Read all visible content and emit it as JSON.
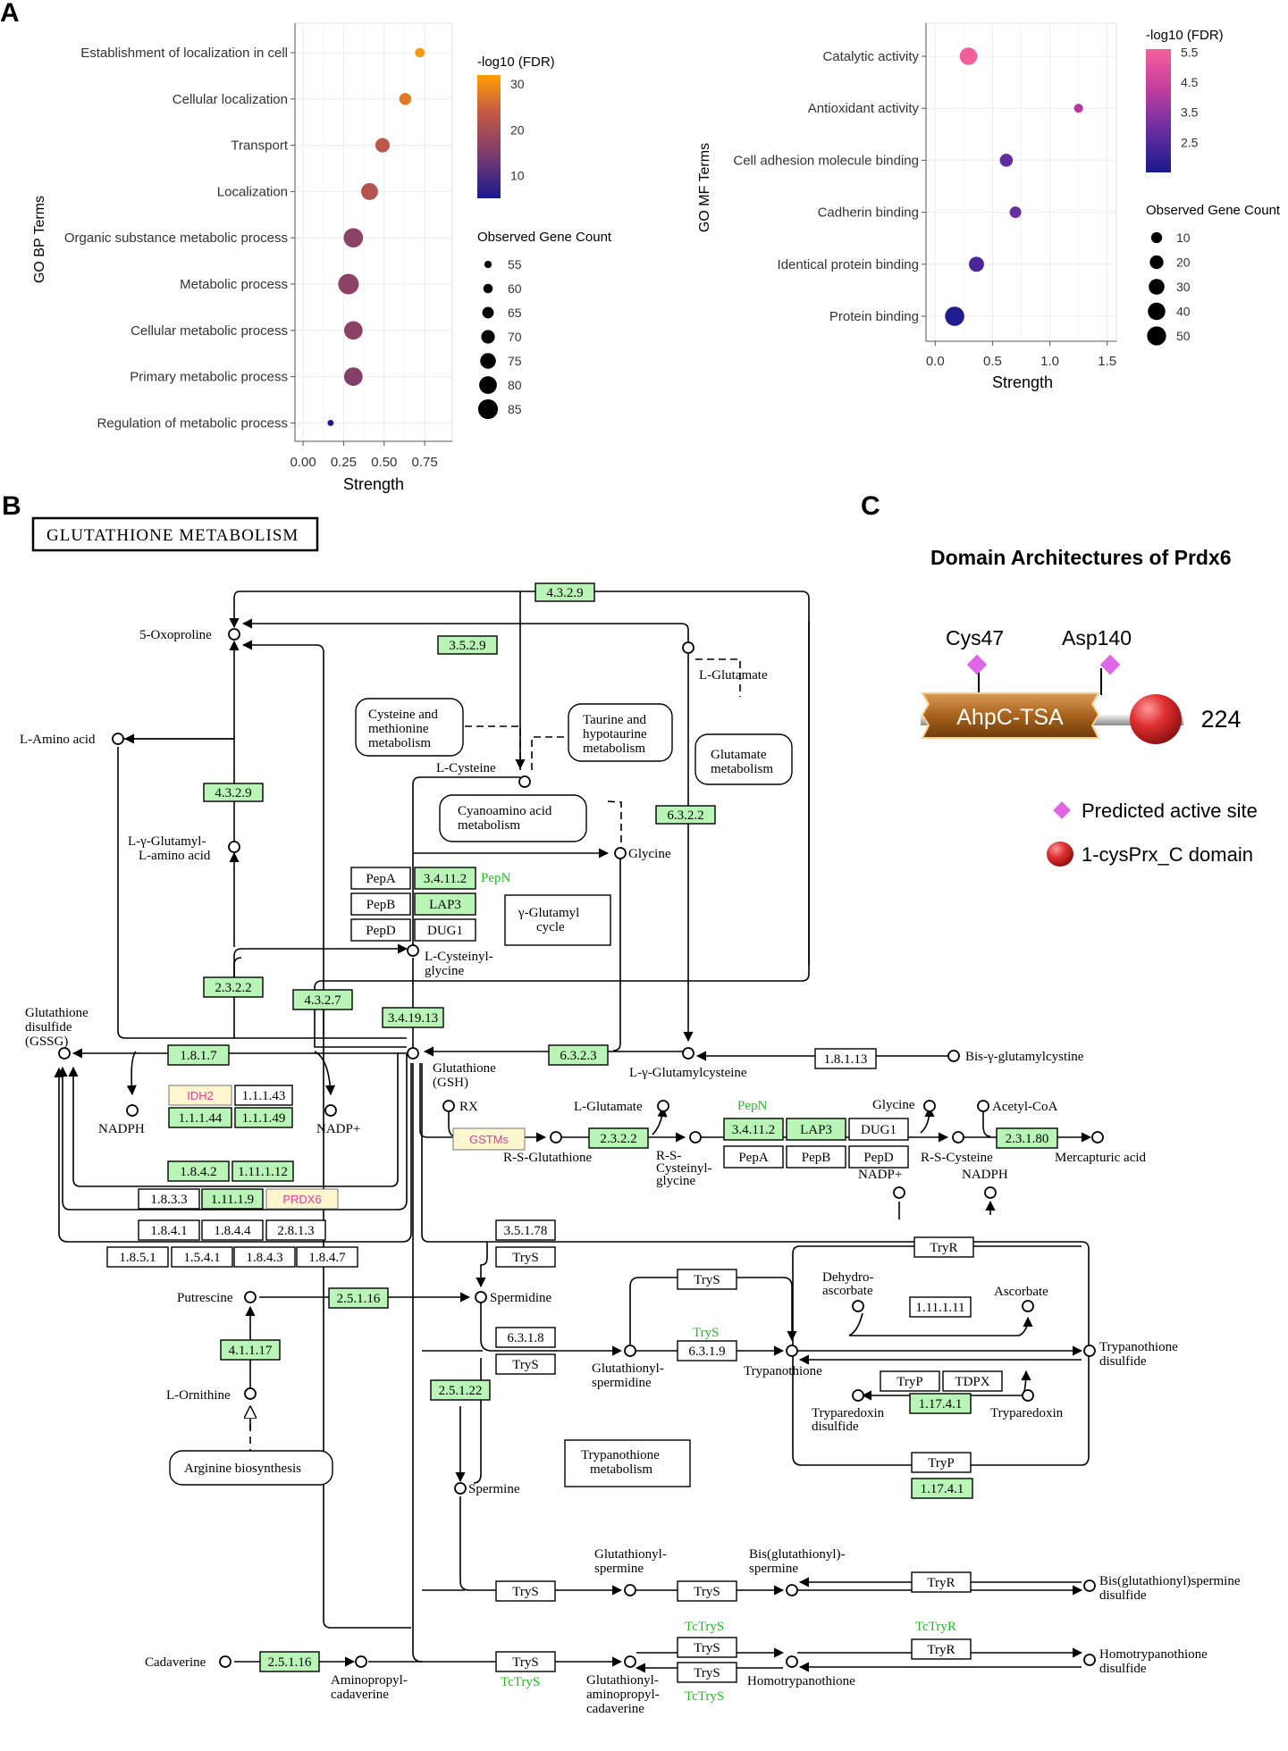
{
  "panels": {
    "a": "A",
    "b": "B",
    "c": "C"
  },
  "chart_data": [
    {
      "type": "scatter",
      "panel": "A-left",
      "ylabel": "GO BP Terms",
      "xlabel": "Strength",
      "xlim": [
        -0.05,
        0.92
      ],
      "xticks": [
        "0.00",
        "0.25",
        "0.50",
        "0.75"
      ],
      "grid": true,
      "color_legend": {
        "title": "-log10 (FDR)",
        "ticks": [
          "30",
          "20",
          "10"
        ],
        "min": 5,
        "max": 32,
        "colors": [
          "#1a1a8e",
          "#7b3b6e",
          "#c45b44",
          "#ff9e00"
        ]
      },
      "size_legend": {
        "title": "Observed Gene Count",
        "values": [
          "55",
          "60",
          "65",
          "70",
          "75",
          "80",
          "85"
        ]
      },
      "points": [
        {
          "term": "Establishment of localization in cell",
          "strength": 0.72,
          "fdr": 31,
          "count": 60
        },
        {
          "term": "Cellular localization",
          "strength": 0.63,
          "fdr": 27,
          "count": 66
        },
        {
          "term": "Transport",
          "strength": 0.49,
          "fdr": 22,
          "count": 72
        },
        {
          "term": "Localization",
          "strength": 0.41,
          "fdr": 21,
          "count": 78
        },
        {
          "term": "Organic substance metabolic process",
          "strength": 0.31,
          "fdr": 16,
          "count": 84
        },
        {
          "term": "Metabolic process",
          "strength": 0.28,
          "fdr": 16,
          "count": 87
        },
        {
          "term": "Cellular metabolic process",
          "strength": 0.31,
          "fdr": 16,
          "count": 82
        },
        {
          "term": "Primary metabolic process",
          "strength": 0.31,
          "fdr": 15,
          "count": 82
        },
        {
          "term": "Regulation of metabolic process",
          "strength": 0.17,
          "fdr": 5,
          "count": 52
        }
      ]
    },
    {
      "type": "scatter",
      "panel": "A-right",
      "ylabel": "GO MF Terms",
      "xlabel": "Strength",
      "xlim": [
        -0.08,
        1.58
      ],
      "xticks": [
        "0.0",
        "0.5",
        "1.0",
        "1.5"
      ],
      "grid": true,
      "color_legend": {
        "title": "-log10 (FDR)",
        "ticks": [
          "5.5",
          "4.5",
          "3.5",
          "2.5"
        ],
        "min": 1.5,
        "max": 5.6,
        "colors": [
          "#1a1a8e",
          "#6a2fa0",
          "#c93e9f",
          "#f5609a"
        ]
      },
      "size_legend": {
        "title": "Observed Gene Count",
        "values": [
          "10",
          "20",
          "30",
          "40",
          "50"
        ]
      },
      "points": [
        {
          "term": "Catalytic activity",
          "strength": 0.29,
          "fdr": 5.5,
          "count": 40
        },
        {
          "term": "Antioxidant activity",
          "strength": 1.25,
          "fdr": 3.9,
          "count": 5
        },
        {
          "term": "Cell adhesion molecule binding",
          "strength": 0.62,
          "fdr": 2.7,
          "count": 17
        },
        {
          "term": "Cadherin binding",
          "strength": 0.7,
          "fdr": 2.8,
          "count": 12
        },
        {
          "term": "Identical protein binding",
          "strength": 0.36,
          "fdr": 2.3,
          "count": 27
        },
        {
          "term": "Protein binding",
          "strength": 0.17,
          "fdr": 1.6,
          "count": 52
        }
      ]
    }
  ],
  "pathway": {
    "title": "GLUTATHIONE METABOLISM",
    "colors": {
      "enzyme_fill": "#b9f5b7",
      "highlight_fill": "#fdf6cf",
      "highlight_text": "#e0409f",
      "gene_text": "#22bb22"
    },
    "labels": {
      "oxoproline": "5-Oxoproline",
      "amino_acid": "L-Amino acid",
      "glutamyl_amino_1": "L-γ-Glutamyl-",
      "glutamyl_amino_2": "L-amino acid",
      "cys_met_1": "Cysteine and",
      "cys_met_2": "methionine",
      "cys_met_3": "metabolism",
      "taurine_1": "Taurine and",
      "taurine_2": "hypotaurine",
      "taurine_3": "metabolism",
      "l_glutamate": "L-Glutamate",
      "glu_met_1": "Glutamate",
      "glu_met_2": "metabolism",
      "l_cysteine": "L-Cysteine",
      "cyano_1": "Cyanoamino acid",
      "cyano_2": "metabolism",
      "glycine": "Glycine",
      "gamma_cycle_1": "γ-Glutamyl",
      "gamma_cycle_2": "cycle",
      "cysgly_1": "L-Cysteinyl-",
      "cysgly_2": "glycine",
      "gssg_1": "Glutathione",
      "gssg_2": "disulfide",
      "gssg_3": "(GSSG)",
      "gsh_1": "Glutathione",
      "gsh_2": "(GSH)",
      "gamma_glucys": "L-γ-Glutamylcysteine",
      "bis_gamma": "Bis-γ-glutamylcystine",
      "nadph": "NADPH",
      "nadp": "NADP+",
      "rx": "RX",
      "rs_glut": "R-S-Glutathione",
      "l_glutamate2": "L-Glutamate",
      "rs_cysgly_1": "R-S-",
      "rs_cysgly_2": "Cysteinyl-",
      "rs_cysgly_3": "glycine",
      "glycine2": "Glycine",
      "acetylcoa": "Acetyl-CoA",
      "rs_cys": "R-S-Cysteine",
      "mercapturic": "Mercapturic acid",
      "putrescine": "Putrescine",
      "spermidine": "Spermidine",
      "ornithine": "L-Ornithine",
      "arg_bio": "Arginine biosynthesis",
      "glutsperm_1": "Glutathionyl-",
      "glutsperm_2": "spermidine",
      "trypanothione": "Trypanothione",
      "tryp_disulfide_1": "Trypanothione",
      "tryp_disulfide_2": "disulfide",
      "dehydro_1": "Dehydro-",
      "dehydro_2": "ascorbate",
      "ascorbate": "Ascorbate",
      "tryparedoxin_dis_1": "Tryparedoxin",
      "tryparedoxin_dis_2": "disulfide",
      "tryparedoxin": "Tryparedoxin",
      "nadp2": "NADP+",
      "nadph2": "NADPH",
      "tryp_met_1": "Trypanothione",
      "tryp_met_2": "metabolism",
      "spermine": "Spermine",
      "glutspermine_1": "Glutathionyl-",
      "glutspermine_2": "spermine",
      "bisglut_1": "Bis(glutathionyl)-",
      "bisglut_2": "spermine",
      "bisglut_dis_1": "Bis(glutathionyl)spermine",
      "bisglut_dis_2": "disulfide",
      "cadaverine": "Cadaverine",
      "aminoprop_1": "Aminopropyl-",
      "aminoprop_2": "cadaverine",
      "glutaminoprop_1": "Glutathionyl-",
      "glutaminoprop_2": "aminopropyl-",
      "glutaminoprop_3": "cadaverine",
      "homotryp": "Homotrypanothione",
      "homotryp_dis_1": "Homotrypanothione",
      "homotryp_dis_2": "disulfide"
    },
    "genes": {
      "pepn1": "PepN",
      "pepn2": "PepN",
      "trys_green": "TryS",
      "tctrys1": "TcTryS",
      "tctrys2": "TcTryS",
      "tctrys3": "TcTryS",
      "tctryr": "TcTryR"
    },
    "enzymes": {
      "e4329_top": "4.3.2.9",
      "e3529": "3.5.2.9",
      "e4329_left": "4.3.2.9",
      "e6322": "6.3.2.2",
      "pepa": "PepA",
      "e34112": "3.4.11.2",
      "pepb": "PepB",
      "lap3": "LAP3",
      "pepd": "PepD",
      "dug1": "DUG1",
      "e2322_left": "2.3.2.2",
      "e4327": "4.3.2.7",
      "e341913": "3.4.19.13",
      "e6323": "6.3.2.3",
      "e1817": "1.8.1.7",
      "e18113": "1.8.1.13",
      "idh2": "IDH2",
      "e11143": "1.1.1.43",
      "e11144": "1.1.1.44",
      "e11149": "1.1.1.49",
      "e1842": "1.8.4.2",
      "e111112": "1.11.1.12",
      "e1833": "1.8.3.3",
      "e11119": "1.11.1.9",
      "prdx6": "PRDX6",
      "e1841": "1.8.4.1",
      "e1844": "1.8.4.4",
      "e2813": "2.8.1.3",
      "e1851": "1.8.5.1",
      "e1541": "1.5.4.1",
      "e1843": "1.8.4.3",
      "e1847": "1.8.4.7",
      "gstms": "GSTMs",
      "e2322_mid": "2.3.2.2",
      "e34112_b": "3.4.11.2",
      "lap3_b": "LAP3",
      "dug1_b": "DUG1",
      "pepa_b": "PepA",
      "pepb_b": "PepB",
      "pepd_b": "PepD",
      "e23180": "2.3.1.80",
      "e35178": "3.5.1.78",
      "trys1": "TryS",
      "e25116": "2.5.1.16",
      "e41117": "4.1.1.17",
      "e6318": "6.3.1.8",
      "trys2": "TryS",
      "trys3": "TryS",
      "e6319": "6.3.1.9",
      "tryr1": "TryR",
      "e111111": "1.11.1.11",
      "tryp": "TryP",
      "tdpx": "TDPX",
      "e11741": "1.17.4.1",
      "tryp2": "TryP",
      "e11741_b": "1.17.4.1",
      "e25122": "2.5.1.22",
      "trys4": "TryS",
      "trys5": "TryS",
      "tryr2": "TryR",
      "e25116_b": "2.5.1.16",
      "trys6": "TryS",
      "trys7": "TryS",
      "trys8": "TryS",
      "tryr3": "TryR"
    }
  },
  "domain": {
    "title": "Domain Architectures of Prdx6",
    "site1": "Cys47",
    "site2": "Asp140",
    "domain_label": "AhpC-TSA",
    "length": "224",
    "legend_active": "Predicted active site",
    "legend_domain": "1-cysPrx_C domain",
    "colors": {
      "site": "#e066e8",
      "domain": "#b06a24",
      "sphere": "#d42a2a"
    }
  }
}
